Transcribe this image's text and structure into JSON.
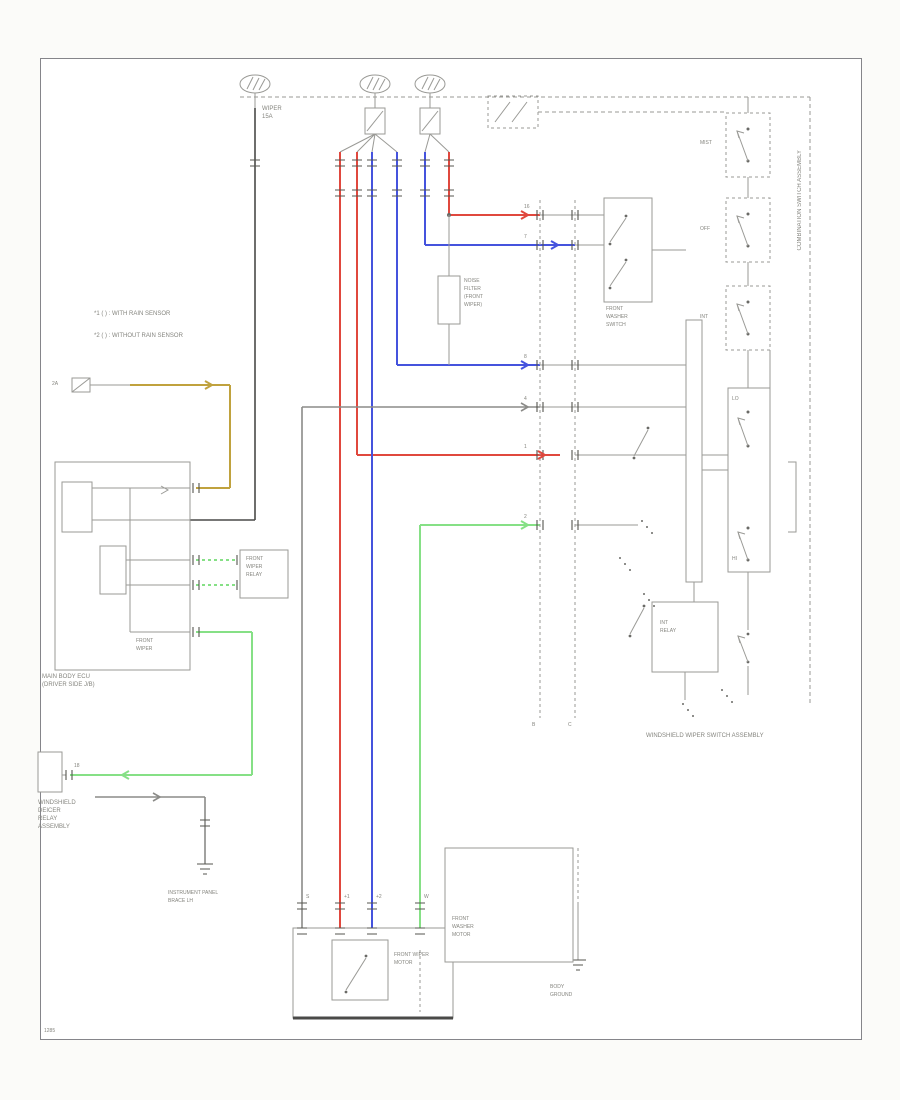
{
  "colors": {
    "red": "#e0483e",
    "blue": "#4553dd",
    "green": "#86e086",
    "yellow": "#c0a23e",
    "black": "#4a4a48",
    "gray": "#8b8b88",
    "line": "#9a9a96",
    "text": "#85857f"
  },
  "labels": {
    "note1": "*1 ( ) : WITH RAIN SENSOR",
    "note2": "*2 ( ) : WITHOUT RAIN SENSOR",
    "fuse1_name": "WIPER",
    "fuse1_amp": "15A",
    "conn_top_left": "2A",
    "ecu": [
      "MAIN BODY ECU",
      "(DRIVER SIDE J/B)"
    ],
    "left_box_component": [
      "FRONT",
      "WIPER"
    ],
    "wiper_relay": [
      "FRONT",
      "WIPER",
      "RELAY"
    ],
    "deicer": [
      "WINDSHIELD",
      "DEICER",
      "RELAY",
      "ASSEMBLY"
    ],
    "ground_left": [
      "INSTRUMENT PANEL",
      "BRACE LH"
    ],
    "pin_18": "18",
    "noise_filter": [
      "NOISE",
      "FILTER",
      "(FRONT",
      "WIPER)"
    ],
    "washer_switch": [
      "FRONT",
      "WASHER",
      "SWITCH"
    ],
    "sw_mist": "MIST",
    "sw_off": "OFF",
    "sw_int": "INT",
    "sw_lo": "LO",
    "sw_hi": "HI",
    "int_relay": [
      "INT",
      "RELAY"
    ],
    "combination_switch": "COMBINATION SWITCH ASSEMBLY",
    "wiper_switch_assembly": "WINDSHIELD WIPER SWITCH ASSEMBLY",
    "washer_motor": [
      "FRONT",
      "WASHER",
      "MOTOR"
    ],
    "wiper_motor": [
      "FRONT WIPER",
      "MOTOR"
    ],
    "ground_right": [
      "BODY",
      "GROUND"
    ],
    "corner_code": "1285",
    "pins": {
      "p16": "16",
      "p7": "7",
      "p8": "8",
      "p4": "4",
      "p1": "1",
      "p2": "2",
      "pS": "S",
      "pP1": "+1",
      "pP2": "+2",
      "pW": "W",
      "colB": "B",
      "colC": "C"
    }
  }
}
